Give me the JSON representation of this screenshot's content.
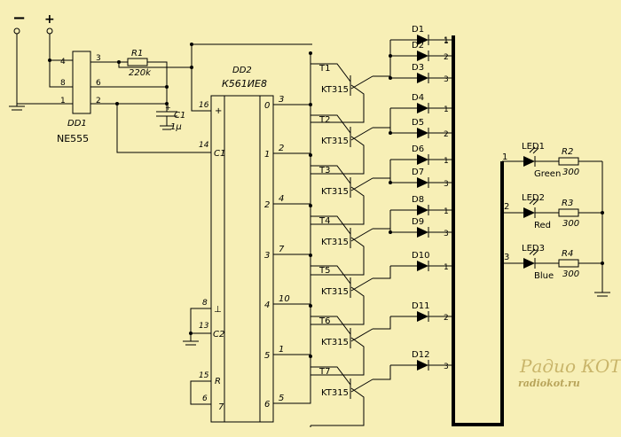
{
  "power": {
    "minus": "−",
    "plus": "+"
  },
  "dd1": {
    "name": "DD1",
    "type": "NE555",
    "pins": {
      "p4": "4",
      "p8": "8",
      "p1": "1",
      "p3": "3",
      "p6": "6",
      "p2": "2"
    }
  },
  "r1": {
    "name": "R1",
    "value": "220k"
  },
  "c1": {
    "name": "C1",
    "value": "1μ",
    "plus": "+"
  },
  "dd2": {
    "name": "DD2",
    "type": "К561ИЕ8",
    "in_pins": {
      "p16": "16",
      "p14": "14",
      "p8": "8",
      "p13": "13",
      "p15": "15",
      "p6": "6"
    },
    "in_labels": {
      "plus": "+",
      "c1": "C1",
      "gnd": "⊥",
      "c2": "C2",
      "r": "R",
      "seven": "7"
    },
    "outputs": [
      {
        "idx": "0",
        "pin": "3"
      },
      {
        "idx": "1",
        "pin": "2"
      },
      {
        "idx": "2",
        "pin": "4"
      },
      {
        "idx": "3",
        "pin": "7"
      },
      {
        "idx": "4",
        "pin": "10"
      },
      {
        "idx": "5",
        "pin": "1"
      },
      {
        "idx": "6",
        "pin": "5"
      }
    ]
  },
  "transistors": [
    {
      "name": "T1",
      "type": "KT315"
    },
    {
      "name": "T2",
      "type": "KT315"
    },
    {
      "name": "T3",
      "type": "KT315"
    },
    {
      "name": "T4",
      "type": "KT315"
    },
    {
      "name": "T5",
      "type": "KT315"
    },
    {
      "name": "T6",
      "type": "KT315"
    },
    {
      "name": "T7",
      "type": "KT315"
    }
  ],
  "diodes": [
    {
      "name": "D1",
      "bus": "1"
    },
    {
      "name": "D2",
      "bus": "2"
    },
    {
      "name": "D3",
      "bus": "3"
    },
    {
      "name": "D4",
      "bus": "1"
    },
    {
      "name": "D5",
      "bus": "2"
    },
    {
      "name": "D6",
      "bus": "1"
    },
    {
      "name": "D7",
      "bus": "3"
    },
    {
      "name": "D8",
      "bus": "1"
    },
    {
      "name": "D9",
      "bus": "3"
    },
    {
      "name": "D10",
      "bus": "1"
    },
    {
      "name": "D11",
      "bus": "2"
    },
    {
      "name": "D12",
      "bus": "3"
    }
  ],
  "leds": [
    {
      "name": "LED1",
      "color": "Green",
      "bus": "1",
      "resistor": "R2",
      "value": "300"
    },
    {
      "name": "LED2",
      "color": "Red",
      "bus": "2",
      "resistor": "R3",
      "value": "300"
    },
    {
      "name": "LED3",
      "color": "Blue",
      "bus": "3",
      "resistor": "R4",
      "value": "300"
    }
  ],
  "watermark": {
    "brand": "Радио КОТ",
    "url": "radiokot.ru"
  }
}
